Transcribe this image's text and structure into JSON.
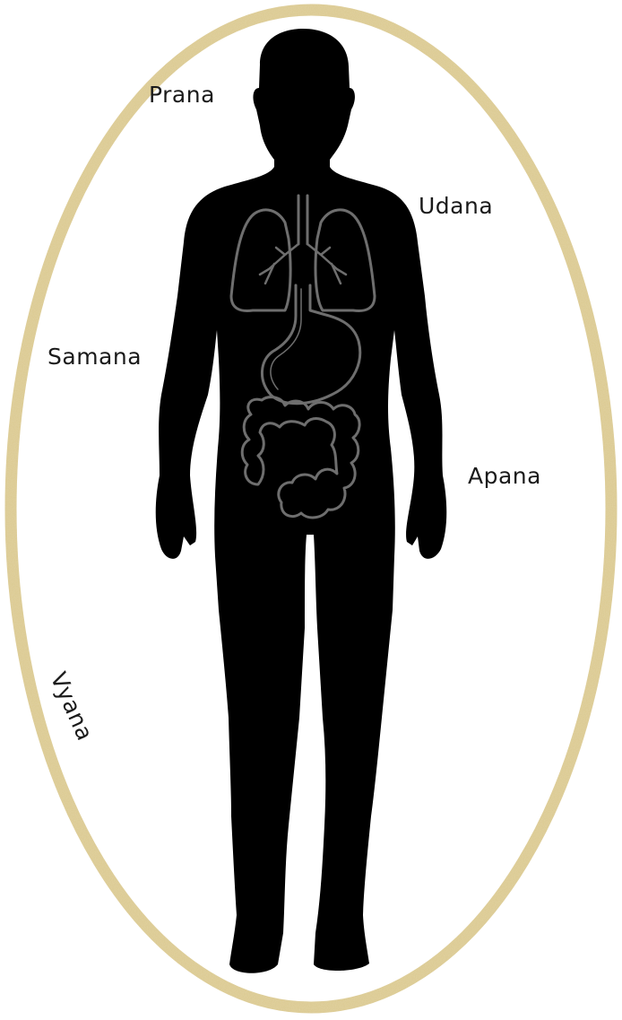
{
  "labels": {
    "prana": "Prana",
    "udana": "Udana",
    "samana": "Samana",
    "apana": "Apana",
    "vyana": "Vyana"
  },
  "colors": {
    "aura_ring": "#dccb94",
    "aura_ring_dark": "#c6ad6a",
    "silhouette": "#000000",
    "organ_outline": "#6e6e6e",
    "label_text": "#1a1a1a",
    "background": "#ffffff"
  }
}
